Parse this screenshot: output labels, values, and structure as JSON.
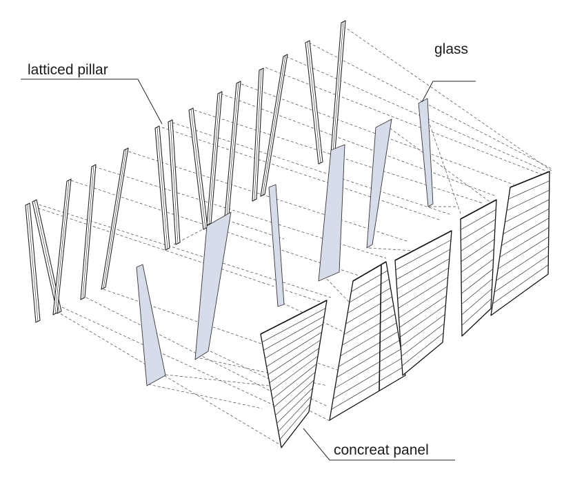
{
  "labels": {
    "latticed_pillar": "latticed pillar",
    "glass": "glass",
    "concreat_panel": "concreat panel"
  },
  "colors": {
    "glass_fill": "#d6dce9",
    "line": "#222222",
    "background": "#ffffff"
  }
}
